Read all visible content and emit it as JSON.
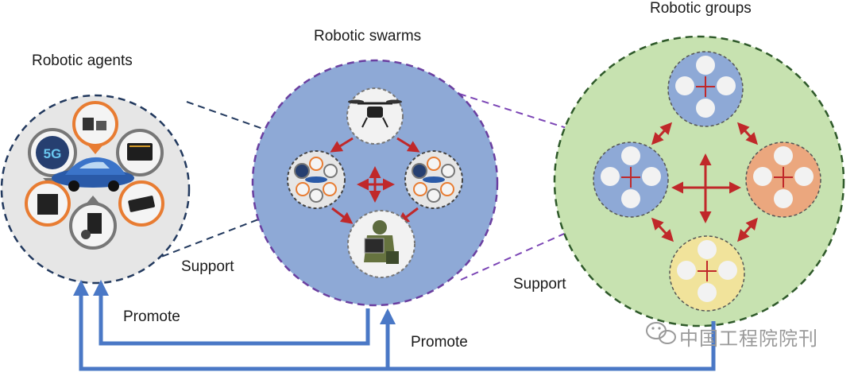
{
  "labels": {
    "agents_title": "Robotic agents",
    "swarms_title": "Robotic swarms",
    "groups_title": "Robotic groups",
    "support_left": "Support",
    "support_right": "Support",
    "promote_left": "Promote",
    "promote_right": "Promote"
  },
  "watermark": {
    "text": "中国工程院院刊",
    "icon": "wechat-icon"
  },
  "colors": {
    "agents_circle": "#e6e6e6",
    "agents_border": "#22395e",
    "swarms_circle": "#8ea9d6",
    "swarms_border": "#6a3fa0",
    "groups_circle": "#c7e2b0",
    "groups_border": "#2f5a2a",
    "arrow_red": "#c0282a",
    "arrow_blue": "#4a78c6",
    "blue_team": "#8ea9d6",
    "orange_team": "#eba77e",
    "yellow_team": "#f1e39b",
    "orange_ring": "#e87c32",
    "badge_5g": "5G"
  }
}
